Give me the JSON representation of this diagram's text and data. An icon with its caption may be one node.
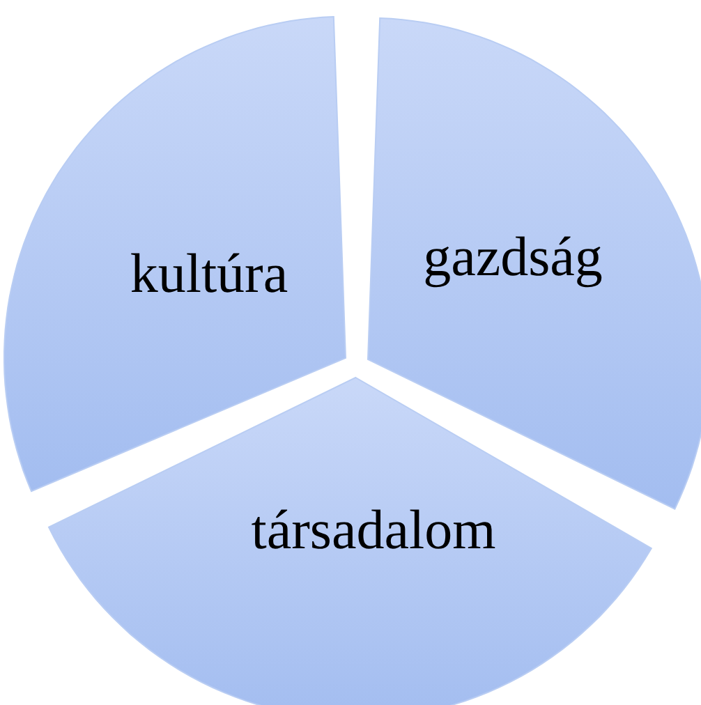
{
  "diagram": {
    "nodes": [
      {
        "text": [
          "kultúra"
        ]
      },
      {
        "text": [
          "gazdság"
        ]
      },
      {
        "text": [
          "társadalom"
        ]
      }
    ]
  }
}
